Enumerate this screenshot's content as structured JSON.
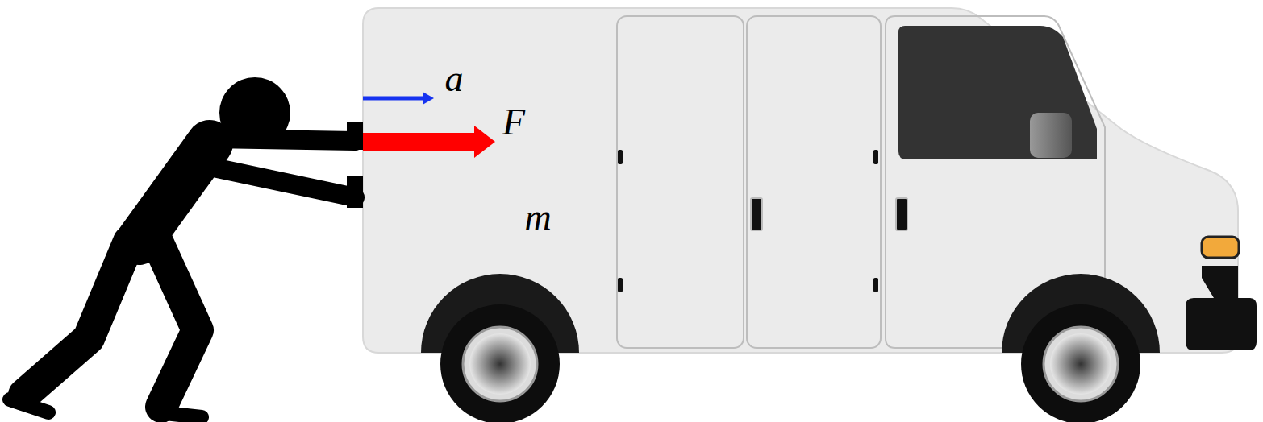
{
  "diagram": {
    "labels": [
      "a",
      "F",
      "m"
    ]
  }
}
